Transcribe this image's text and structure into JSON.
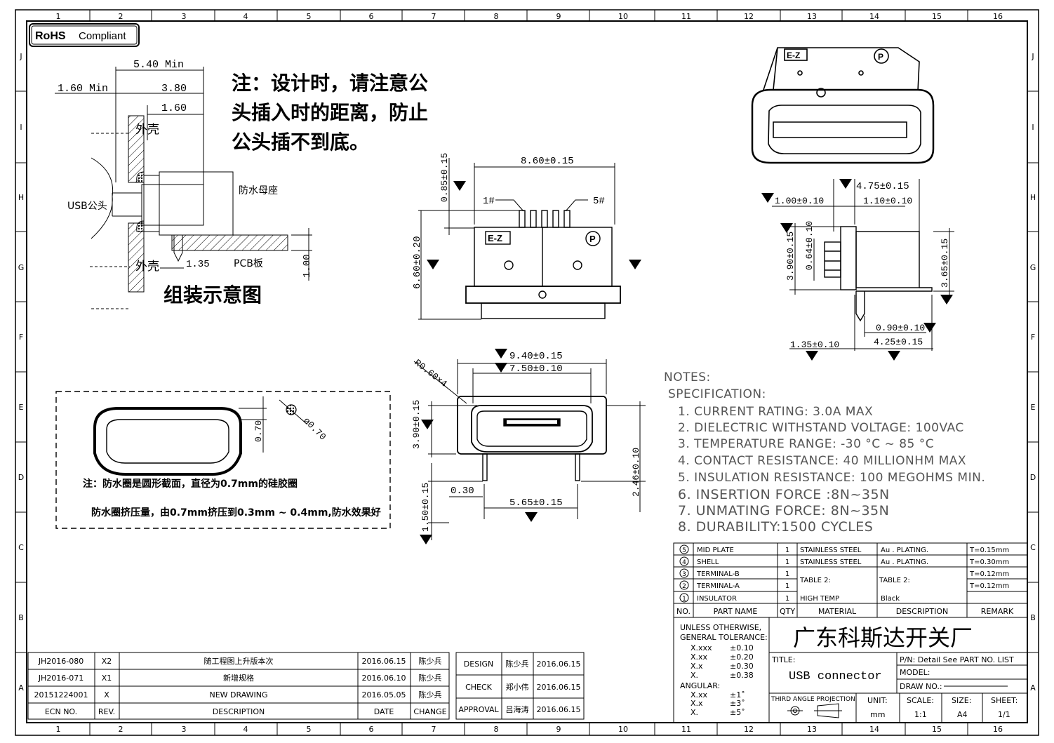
{
  "rohs": {
    "bold": "RoHS",
    "text": "Compliant"
  },
  "grid": {
    "top_cols": [
      "1",
      "2",
      "3",
      "4",
      "5",
      "6",
      "7",
      "8",
      "9",
      "10",
      "11",
      "12",
      "13",
      "14",
      "15",
      "16"
    ],
    "rows": [
      "J",
      "I",
      "H",
      "G",
      "F",
      "E",
      "D",
      "C",
      "B",
      "A"
    ]
  },
  "assembly": {
    "dim_540": "5.40 Min",
    "dim_160min": "1.60 Min",
    "dim_380": "3.80",
    "dim_160": "1.60",
    "dim_135": "1.35",
    "dim_100": "1.00",
    "shell_top": "外壳",
    "shell_bottom": "外壳",
    "usb_plug": "USB公头",
    "socket": "防水母座",
    "pcb": "PCB板",
    "caption": "组装示意图"
  },
  "design_note": {
    "line1": "注：设计时，请注意公",
    "line2": "头插入时的距离，防止",
    "line3": "公头插不到底。"
  },
  "front_view": {
    "dim_860": "8.60±0.15",
    "dim_085": "0.85±0.15",
    "dim_660": "6.60±0.20",
    "pin1": "1#",
    "pin5": "5#",
    "logo": "E-Z",
    "p": "P"
  },
  "side_view": {
    "dim_475": "4.75±0.15",
    "dim_100": "1.00±0.10",
    "dim_110": "1.10±0.10",
    "dim_390": "3.90±0.15",
    "dim_064": "0.64±0.10",
    "dim_365": "3.65±0.15",
    "dim_090": "0.90±0.10",
    "dim_135": "1.35±0.10",
    "dim_425": "4.25±0.15"
  },
  "bottom_view": {
    "r060": "R0.60×4",
    "dim_940": "9.40±0.15",
    "dim_750": "7.50±0.10",
    "dim_390": "3.90±0.15",
    "dim_246": "2.46±0.10",
    "dim_030": "0.30",
    "dim_565": "5.65±0.15",
    "dim_150": "1.50±0.15"
  },
  "gasket": {
    "dim_070": "0.70",
    "dim_phi070": "ø0.70",
    "note1": "注：防水圈是圆形截面，直径为0.7mm的硅胶圈",
    "note2": "防水圈挤压量，由0.7mm挤压到0.3mm ~ 0.4mm,防水效果好"
  },
  "notes": {
    "header": "NOTES:",
    "spec": "SPECIFICATION:",
    "items": [
      "1. CURRENT RATING: 3.0A MAX",
      "2. DIELECTRIC WITHSTAND VOLTAGE: 100VAC",
      "3. TEMPERATURE RANGE: -30 °C ~ 85 °C",
      "4. CONTACT RESISTANCE: 40 MILLIONHM MAX",
      "5. INSULATION RESISTANCE: 100 MEGOHMS MIN.",
      "6. INSERTION FORCE :8N~35N",
      "7. UNMATING FORCE: 8N~35N",
      "8. DURABILITY:1500 CYCLES"
    ]
  },
  "bom": {
    "rows": [
      {
        "no": "5",
        "name": "MID PLATE",
        "qty": "1",
        "material": "STAINLESS STEEL",
        "desc": "Au . PLATING.",
        "remark": "T=0.15mm"
      },
      {
        "no": "4",
        "name": "SHELL",
        "qty": "1",
        "material": "STAINLESS STEEL",
        "desc": "Au . PLATING.",
        "remark": "T=0.30mm"
      },
      {
        "no": "3",
        "name": "TERMINAL-B",
        "qty": "1",
        "material": "",
        "desc": "",
        "remark": "T=0.12mm"
      },
      {
        "no": "2",
        "name": "TERMINAL-A",
        "qty": "1",
        "material": "",
        "desc": "",
        "remark": "T=0.12mm"
      },
      {
        "no": "1",
        "name": "INSULATOR",
        "qty": "1",
        "material": "HIGH TEMP",
        "desc": "Black",
        "remark": ""
      }
    ],
    "table2_material": "TABLE 2:",
    "table2_desc": "TABLE 2:",
    "headers": {
      "no": "NO.",
      "name": "PART NAME",
      "qty": "QTY",
      "material": "MATERIAL",
      "desc": "DESCRIPTION",
      "remark": "REMARK"
    }
  },
  "tolerance": {
    "l1": "UNLESS OTHERWISE,",
    "l2": "GENERAL TOLERANCE:",
    "rows": [
      [
        "X.xxx",
        "±0.10"
      ],
      [
        "X.xx",
        "±0.20"
      ],
      [
        "X.x",
        "±0.30"
      ],
      [
        "X.",
        "±0.38"
      ]
    ],
    "angular": "ANGULAR:",
    "arows": [
      [
        "X.xx",
        "±1˚"
      ],
      [
        "X.x",
        "±3˚"
      ],
      [
        "X.",
        "±5˚"
      ]
    ]
  },
  "title_block": {
    "company": "广东科斯达开关厂",
    "title_label": "TITLE:",
    "title": "USB connector",
    "pn": "P/N: Detail See PART NO. LIST",
    "model": "MODEL:",
    "drawno": "DRAW NO.:",
    "projection": "THIRD ANGLE PROJECTION",
    "unit_l": "UNIT:",
    "unit_v": "mm",
    "scale_l": "SCALE:",
    "scale_v": "1:1",
    "size_l": "SIZE:",
    "size_v": "A4",
    "sheet_l": "SHEET:",
    "sheet_v": "1/1"
  },
  "revisions": {
    "rows": [
      {
        "ecn": "JH2016-080",
        "rev": "X2",
        "desc": "随工程图上升版本次",
        "date": "2016.06.15",
        "change": "陈少兵"
      },
      {
        "ecn": "JH2016-071",
        "rev": "X1",
        "desc": "新增规格",
        "date": "2016.06.10",
        "change": "陈少兵"
      },
      {
        "ecn": "20151224001",
        "rev": "X",
        "desc": "NEW DRAWING",
        "date": "2016.05.05",
        "change": "陈少兵"
      }
    ],
    "headers": {
      "ecn": "ECN NO.",
      "rev": "REV.",
      "desc": "DESCRIPTION",
      "date": "DATE",
      "change": "CHANGE"
    }
  },
  "approvals": {
    "rows": [
      {
        "role": "DESIGN",
        "name": "陈少兵",
        "date": "2016.06.15"
      },
      {
        "role": "CHECK",
        "name": "郑小伟",
        "date": "2016.06.15"
      },
      {
        "role": "APPROVAL",
        "name": "吕海涛",
        "date": "2016.06.15"
      }
    ]
  }
}
